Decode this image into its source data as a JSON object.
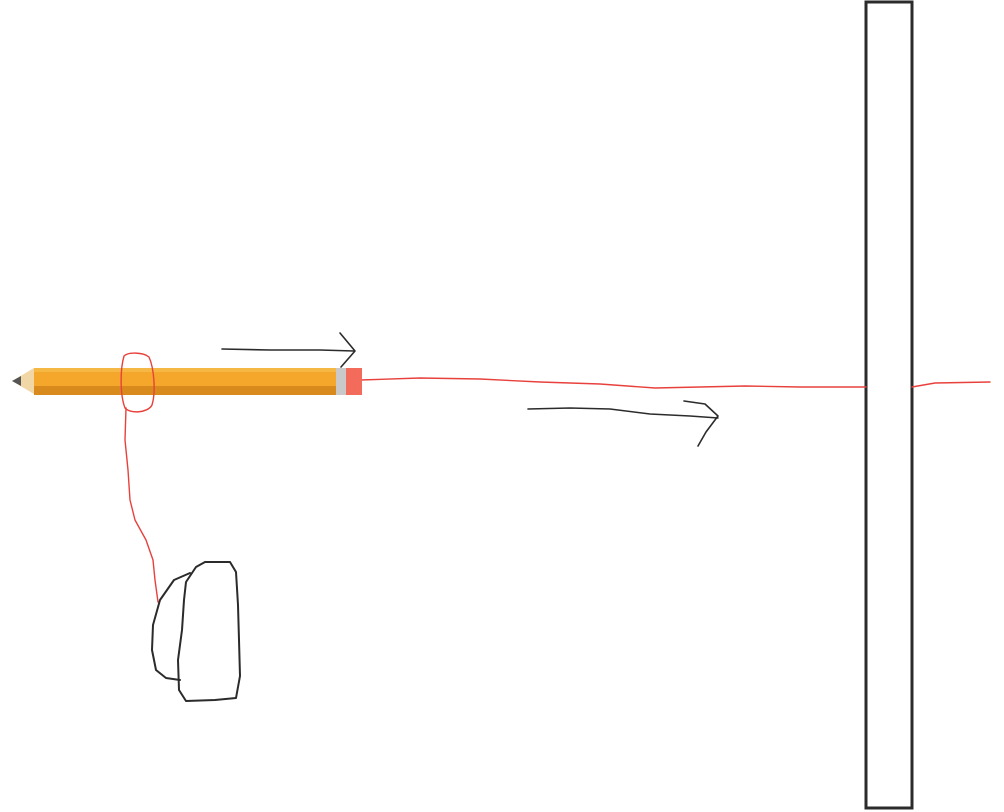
{
  "drawing": {
    "background_color": "#ffffff",
    "ink_color": "#2b2b2b",
    "string_color": "#e8413c",
    "objects": [
      {
        "id": "pencil",
        "kind": "pencil",
        "colors": {
          "body": "#f4a72a",
          "body_dark": "#d98a1c",
          "ferrule": "#c9c9c9",
          "eraser": "#f26b5b",
          "tip": "#555555"
        }
      },
      {
        "id": "string-loop",
        "kind": "loop",
        "color": "#e8413c"
      },
      {
        "id": "string-to-rock",
        "kind": "line",
        "color": "#e8413c"
      },
      {
        "id": "rock",
        "kind": "rock",
        "color": "#2b2b2b"
      },
      {
        "id": "string-through-wall",
        "kind": "line",
        "color": "#e8413c"
      },
      {
        "id": "wall",
        "kind": "post",
        "color": "#2b2b2b"
      },
      {
        "id": "motion-arrow-upper",
        "kind": "arrow-right",
        "color": "#2b2b2b"
      },
      {
        "id": "motion-arrow-lower",
        "kind": "arrow-right",
        "color": "#2b2b2b"
      }
    ]
  }
}
